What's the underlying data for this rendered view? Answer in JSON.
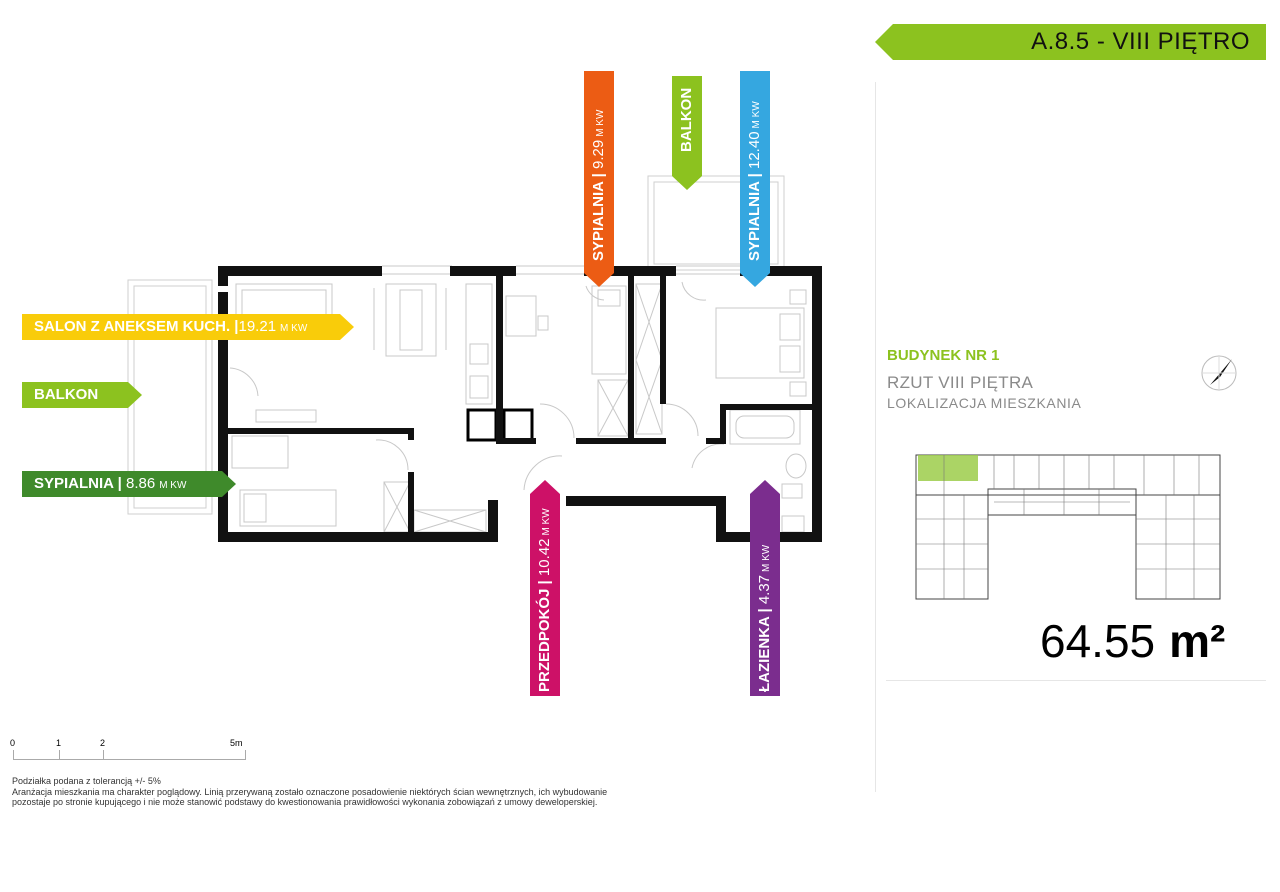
{
  "header": {
    "title": "A.8.5 - VIII PIĘTRO",
    "color": "#8cc21f"
  },
  "rooms": {
    "salon": {
      "name": "SALON Z ANEKSEM KUCH.",
      "area": "19.21",
      "unit": "M KW",
      "color": "#f9cc0a"
    },
    "balkon_left": {
      "name": "BALKON",
      "color": "#8cc21f"
    },
    "sypialnia_left": {
      "name": "SYPIALNIA",
      "area": "8.86",
      "unit": "M KW",
      "color": "#3f8a2b"
    },
    "sypialnia_orange": {
      "name": "SYPIALNIA",
      "area": "9.29",
      "unit": "M KW",
      "color": "#ec5c14"
    },
    "balkon_top": {
      "name": "BALKON",
      "color": "#8cc21f"
    },
    "sypialnia_blue": {
      "name": "SYPIALNIA",
      "area": "12.40",
      "unit": "M KW",
      "color": "#35a7e0"
    },
    "przedpokoj": {
      "name": "PRZEDPOKÓJ",
      "area": "10.42",
      "unit": "M KW",
      "color": "#cd1167"
    },
    "lazienka": {
      "name": "ŁAZIENKA",
      "area": "4.37",
      "unit": "M KW",
      "color": "#7b2d8e"
    }
  },
  "info": {
    "building": "BUDYNEK NR 1",
    "floor": "RZUT VIII PIĘTRA",
    "location": "LOKALIZACJA MIESZKANIA",
    "total_area": "64.55",
    "total_unit": "m²"
  },
  "scale": {
    "labels": [
      "0",
      "1",
      "2",
      "5m"
    ]
  },
  "notes": [
    "Podziałka podana z tolerancją +/- 5%",
    "Aranżacja mieszkania ma charakter poglądowy. Linią przerywaną zostało oznaczone posadowienie niektórych ścian wewnętrznych, ich wybudowanie",
    "pozostaje po stronie kupującego i nie może stanowić podstawy do kwestionowania prawidłowości wykonania zobowiązań z umowy deweloperskiej."
  ]
}
